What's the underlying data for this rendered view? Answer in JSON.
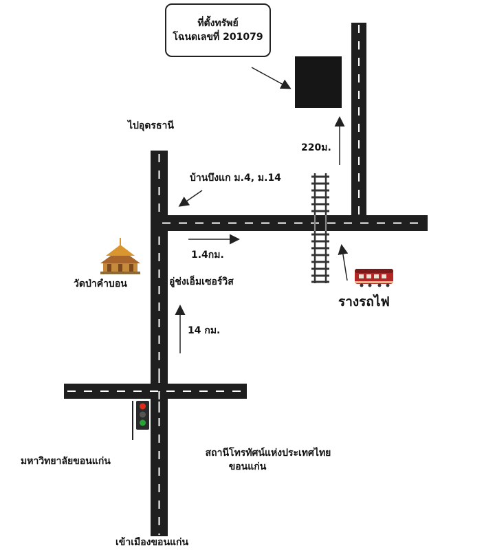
{
  "parcel": {
    "line1": "ที่ตั้งทรัพย์",
    "line2": "โฉนดเลขที่ 201079"
  },
  "labels": {
    "to_udon": "ไปอุดรธานี",
    "ban_bueng_kae": "บ้านบึงแก ม.4, ม.14",
    "dist_220": "220ม.",
    "dist_1_4": "1.4กม.",
    "temple": "วัดป่าคำบอน",
    "garage": "อู่ช่งเอ็มเซอร์วิส",
    "railway": "รางรถไฟ",
    "dist_14": "14 กม.",
    "university": "มหาวิทยาลัยขอนแก่น",
    "tv_station_1": "สถานีโทรทัศน์แห่งประเทศไทย",
    "tv_station_2": "ขอนแก่น",
    "to_khonkaen": "เข้าเมืองขอนแก่น"
  },
  "colors": {
    "road": "#1f1f1f",
    "road_dash": "#ffffff",
    "parcel": "#161616",
    "train_body": "#b42626",
    "light_red": "#e02a1a",
    "light_green": "#27a33a"
  },
  "icons": [
    "parcel-square-icon",
    "railway-track-icon",
    "train-icon",
    "temple-icon",
    "traffic-light-icon"
  ]
}
